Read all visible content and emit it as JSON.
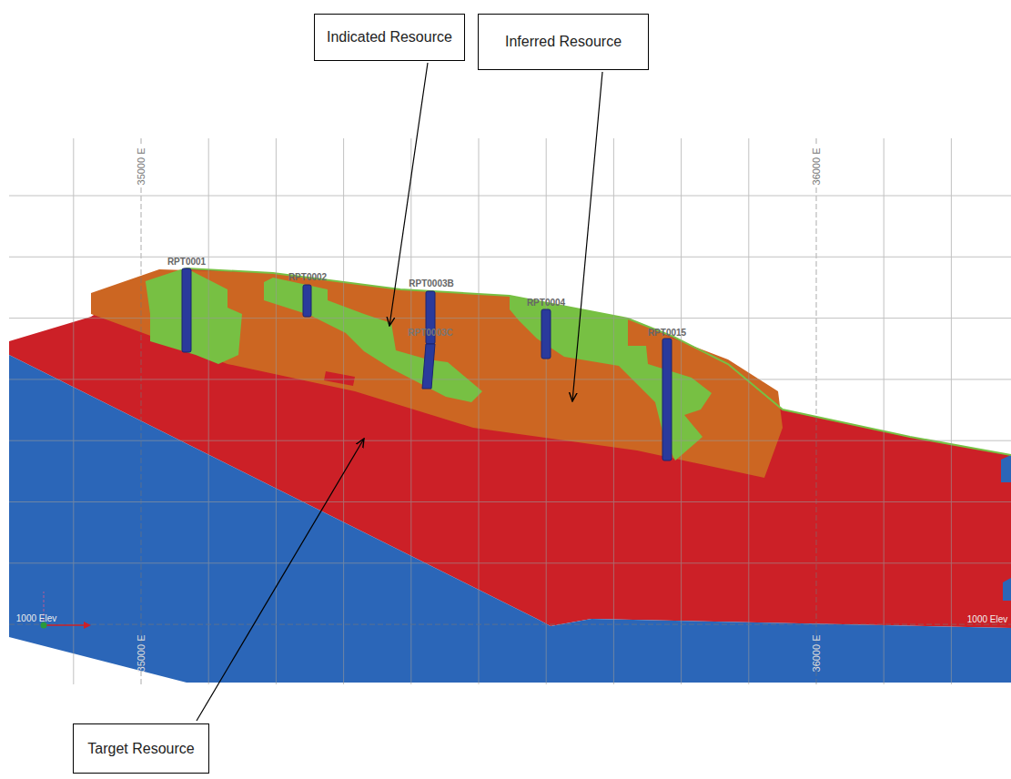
{
  "diagram": {
    "nodes": [
      {
        "text": [
          "Indicated Resource"
        ]
      },
      {
        "text": [
          "Inferred Resource"
        ]
      },
      {
        "text": [
          "Target Resource"
        ]
      }
    ],
    "labels": [
      "35000 E",
      "36000 E",
      "RPT0001",
      "RPT0002",
      "RPT0003B",
      "RPT0003C",
      "RPT0004",
      "RPT0015",
      "1000 Elev",
      "35000 E",
      "36000 E",
      "1000 Elev"
    ]
  }
}
